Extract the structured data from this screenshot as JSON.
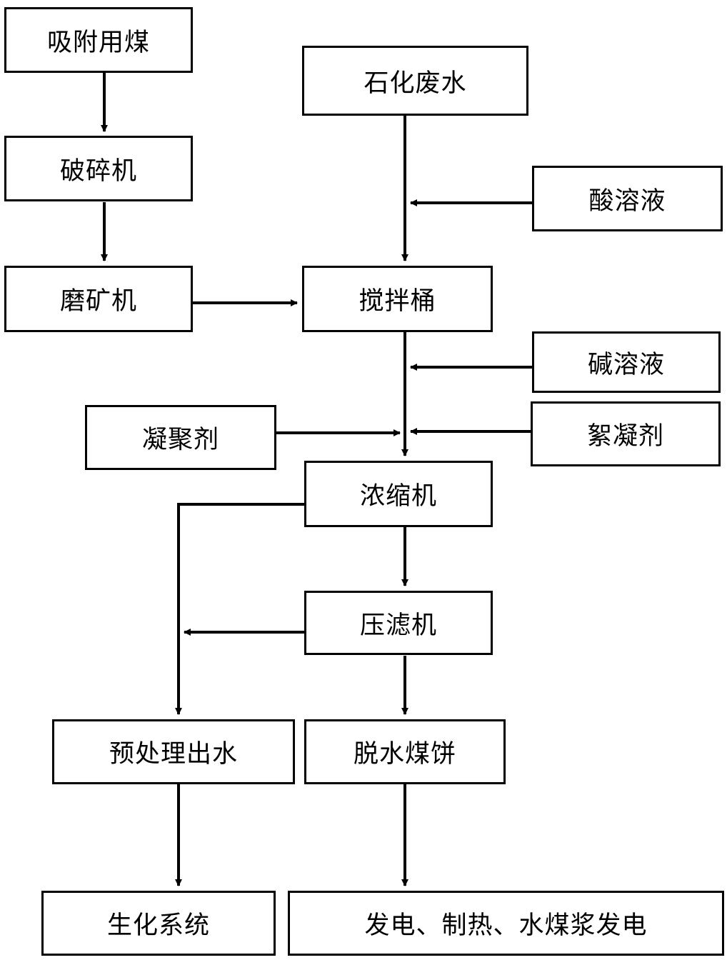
{
  "nodes": {
    "adsorption_coal": "吸附用煤",
    "crusher": "破碎机",
    "grinder": "磨矿机",
    "petrochemical_wastewater": "石化废水",
    "acid_solution": "酸溶液",
    "mixing_tank": "搅拌桶",
    "alkali_solution": "碱溶液",
    "coagulant": "凝聚剂",
    "flocculant": "絮凝剂",
    "thickener": "浓缩机",
    "filter_press": "压滤机",
    "pretreated_effluent": "预处理出水",
    "dewatered_coal_cake": "脱水煤饼",
    "biochemical_system": "生化系统",
    "power_heat_slurry": "发电、制热、水煤浆发电"
  },
  "colors": {
    "stroke": "#000000",
    "background": "#ffffff"
  }
}
